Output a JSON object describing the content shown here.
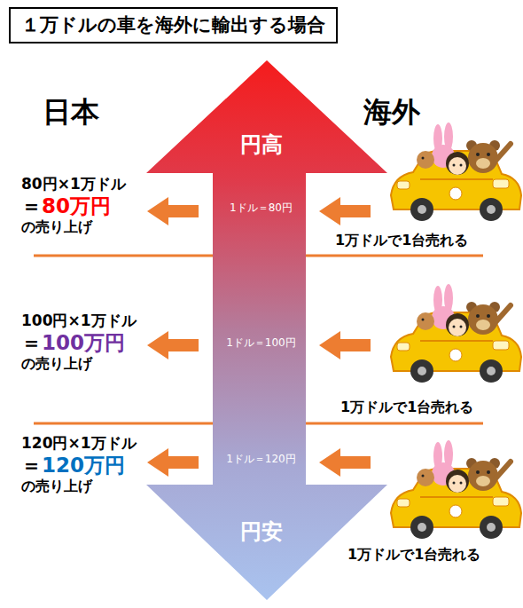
{
  "diagram": {
    "title": "１万ドルの車を海外に輸出する場合",
    "nodes": [
      {
        "text": [
          "円高",
          "1ドル＝80円",
          "1ドル＝100円",
          "1ドル＝120円",
          "円安"
        ]
      }
    ],
    "labels": [
      "日本",
      "海外",
      "80円×1万ドル",
      "＝80万円",
      "の売り上げ",
      "1万ドルで1台売れる",
      "100円×1万ドル",
      "＝100万円",
      "の売り上げ",
      "1万ドルで1台売れる",
      "120円×1万ドル",
      "＝120万円",
      "の売り上げ",
      "1万ドルで1台売れる"
    ]
  }
}
